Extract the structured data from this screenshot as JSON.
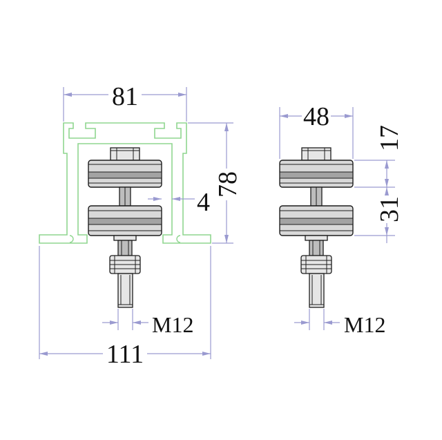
{
  "left_view": {
    "dim_width_top": "81",
    "dim_height": "78",
    "dim_clearance": "4",
    "dim_thread": "M12",
    "dim_width_bottom": "111"
  },
  "right_view": {
    "dim_width": "48",
    "dim_upper": "17",
    "dim_lower": "31",
    "dim_thread": "M12"
  },
  "colors": {
    "dimension": "#9a9ad0",
    "track": "#8fd68f",
    "outline": "#1c1c1c"
  }
}
